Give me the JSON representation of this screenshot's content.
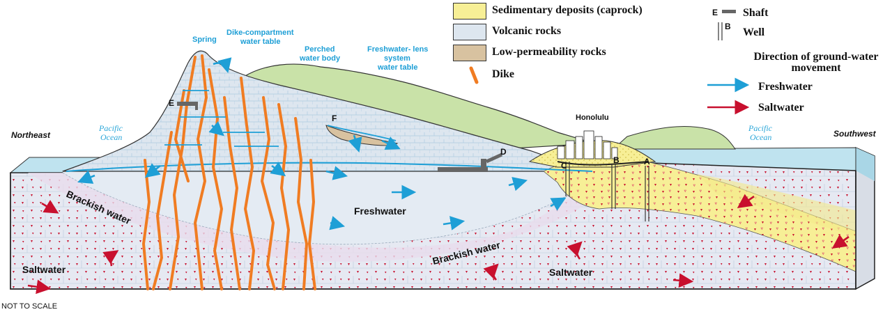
{
  "legend": {
    "items": [
      {
        "label": "Sedimentary deposits (caprock)",
        "color": "#f7ef96"
      },
      {
        "label": "Volcanic rocks",
        "color": "#dde6ef"
      },
      {
        "label": "Low-permeability rocks",
        "color": "#d8c2a0"
      },
      {
        "label": "Dike",
        "color": "#f07c22"
      }
    ],
    "shaft_letter": "E",
    "shaft_label": "Shaft",
    "well_letter": "B",
    "well_label": "Well",
    "direction_title": "Direction of ground-water movement",
    "freshwater_label": "Freshwater",
    "saltwater_label": "Saltwater",
    "freshwater_color": "#1e9fd6",
    "saltwater_color": "#c8102e"
  },
  "labels": {
    "spring": "Spring",
    "dike_table_1": "Dike-compartment",
    "dike_table_2": "water table",
    "perched_1": "Perched",
    "perched_2": "water body",
    "lens_1": "Freshwater- lens",
    "lens_2": "system",
    "lens_3": "water table",
    "honolulu": "Honolulu",
    "ocean_word_1": "Pacific",
    "ocean_word_2": "Ocean",
    "northeast": "Northeast",
    "southwest": "Southwest",
    "freshwater": "Freshwater",
    "brackish": "Brackish water",
    "saltwater": "Saltwater",
    "not_to_scale": "NOT TO SCALE"
  },
  "letters": {
    "shaft_e": "E",
    "perched_f": "F",
    "tunnel_d": "D",
    "well_c": "C",
    "well_b": "B",
    "well_a": "A"
  }
}
